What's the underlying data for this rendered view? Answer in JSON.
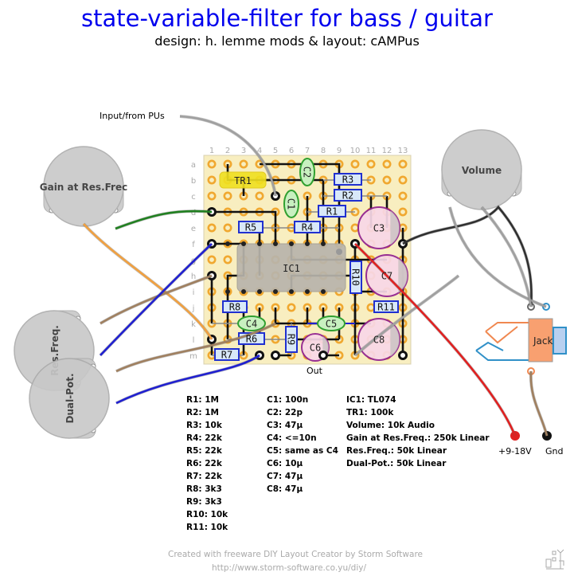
{
  "header": {
    "title": "state-variable-filter for bass / guitar",
    "subtitle": "design: h. lemme   mods & layout: cAMPus"
  },
  "colors": {
    "title": "#0000ee",
    "board": "#f8eec0",
    "pad": "#f0a830",
    "pot": "#c8c8c8",
    "resistor_border": "#2030d0",
    "resistor_fill": "#d8e8f8",
    "cap_film_border": "#30a030",
    "cap_film_fill": "#c8f0c0",
    "cap_elec_border": "#902090",
    "cap_elec_fill": "#f8d8e8",
    "trimmer": "#f0e020",
    "ic": "#b8b4ac",
    "wire_green": "#208020",
    "wire_blue": "#2020d0",
    "wire_brown": "#a08060",
    "wire_orange": "#f0a040",
    "wire_gray": "#a0a0a0",
    "wire_red": "#e02020",
    "wire_black": "#303030"
  },
  "board": {
    "columns": [
      "1",
      "2",
      "3",
      "4",
      "5",
      "6",
      "7",
      "8",
      "9",
      "10",
      "11",
      "12",
      "13"
    ],
    "rows": [
      "a",
      "b",
      "c",
      "d",
      "e",
      "f",
      "g",
      "h",
      "i",
      "j",
      "k",
      "l",
      "m"
    ]
  },
  "components": {
    "TR1": "TR1",
    "IC1": "IC1",
    "R1": "R1",
    "R2": "R2",
    "R3": "R3",
    "R4": "R4",
    "R5": "R5",
    "R6": "R6",
    "R7": "R7",
    "R8": "R8",
    "R9": "R9",
    "R10": "R10",
    "R11": "R11",
    "C1": "C1",
    "C2": "C2",
    "C3": "C3",
    "C4": "C4",
    "C5": "C5",
    "C6": "C6",
    "C7": "C7",
    "C8": "C8"
  },
  "offboard": {
    "input_label": "Input/from PUs",
    "out_label": "Out",
    "pot_gain": "Gain at Res.Frec",
    "pot_resfreq": "Res.Freq.",
    "pot_dual": "Dual-Pot.",
    "pot_volume": "Volume",
    "jack": "Jack",
    "power_label": "+9-18V",
    "gnd_label": "Gnd"
  },
  "bom": {
    "resistors": [
      "R1: 1M",
      "R2: 1M",
      "R3: 10k",
      "R4: 22k",
      "R5: 22k",
      "R6: 22k",
      "R7: 22k",
      "R8: 3k3",
      "R9: 3k3",
      "R10: 10k",
      "R11: 10k"
    ],
    "capacitors": [
      "C1: 100n",
      "C2: 22p",
      "C3: 47µ",
      "C4: <=10n",
      "C5: same as C4",
      "C6: 10µ",
      "C7: 47µ",
      "C8: 47µ"
    ],
    "other": [
      "IC1: TL074",
      "TR1: 100k",
      "Volume: 10k Audio",
      "Gain at Res.Freq.: 250k Linear",
      "Res.Freq.: 50k Linear",
      "Dual-Pot.: 50k Linear"
    ]
  },
  "footer": {
    "credit": "Created with freeware DIY Layout Creator by Storm Software",
    "url": "http://www.storm-software.co.yu/diy/"
  }
}
